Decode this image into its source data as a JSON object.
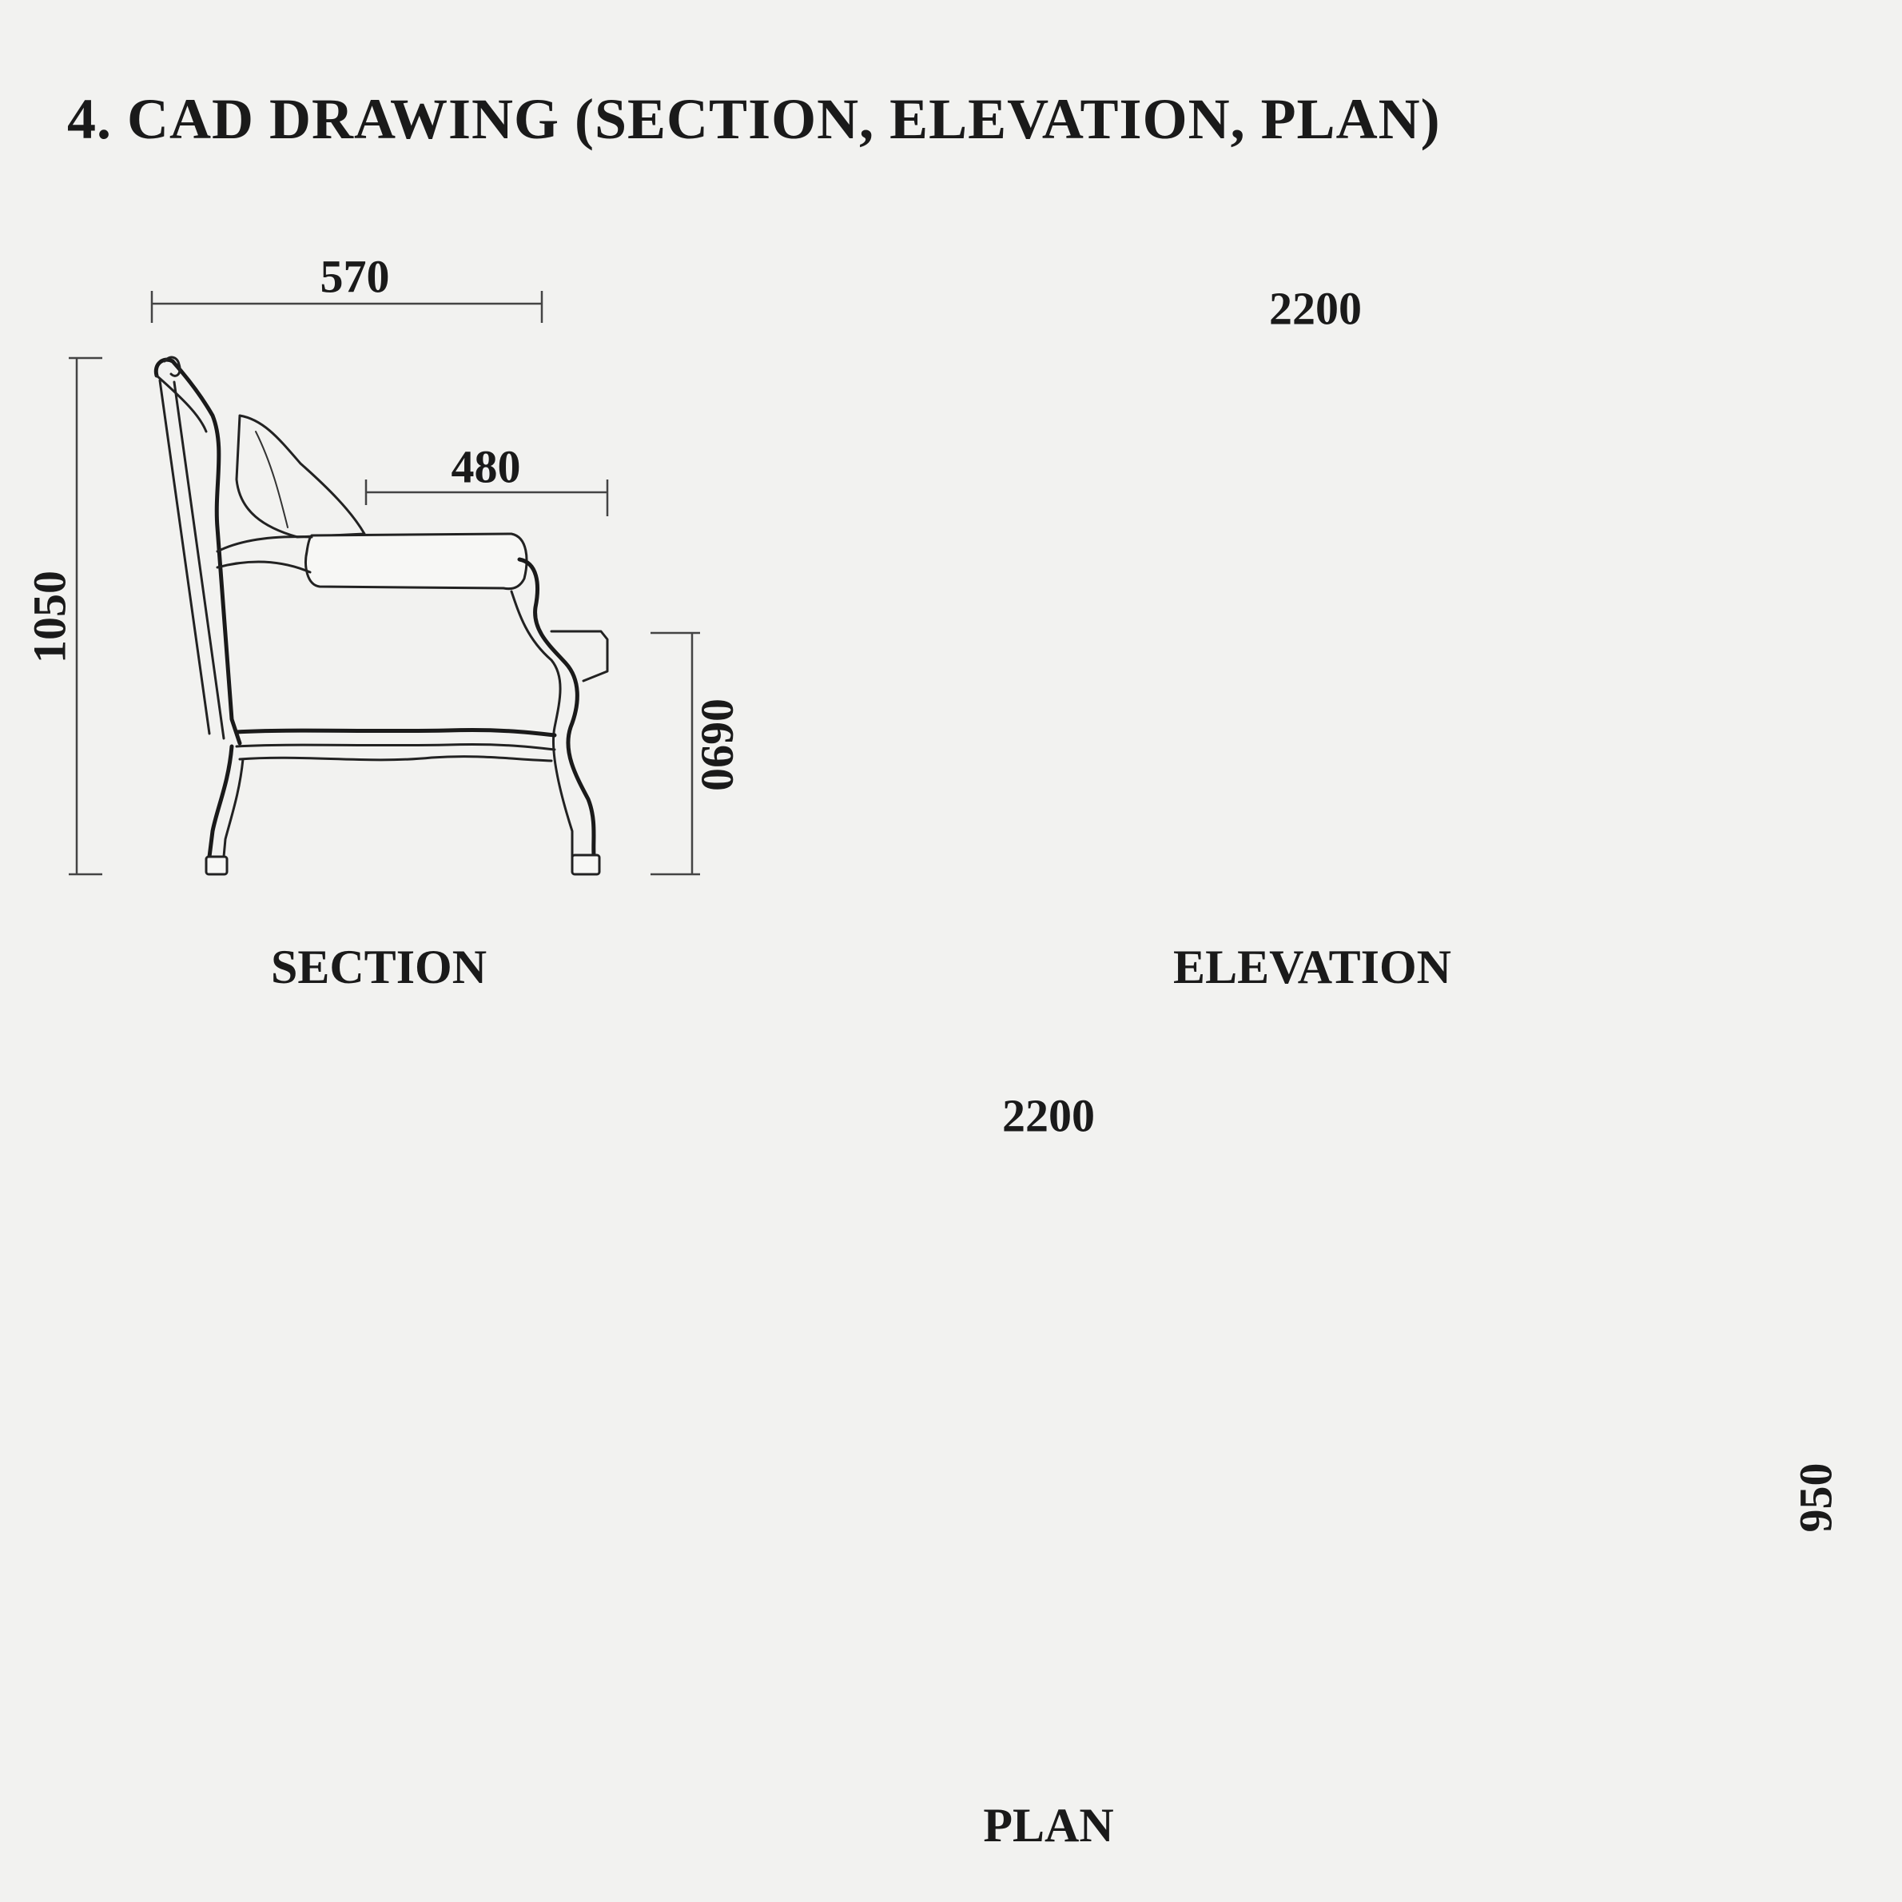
{
  "title": "4. CAD DRAWING (SECTION, ELEVATION, PLAN)",
  "views": {
    "section": {
      "label": "SECTION",
      "dimensions": {
        "depth": "570",
        "seat_depth": "480",
        "height": "1050",
        "seat_height": "0690"
      }
    },
    "elevation": {
      "label": "ELEVATION",
      "dimensions": {
        "width": "2200"
      }
    },
    "plan": {
      "label": "PLAN",
      "dimensions": {
        "width": "2200",
        "depth": "950"
      }
    }
  }
}
